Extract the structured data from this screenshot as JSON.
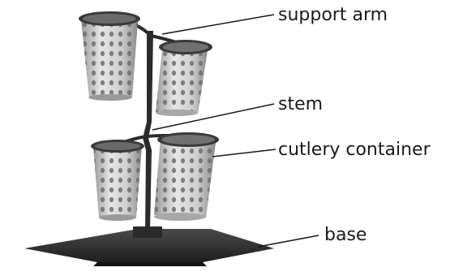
{
  "labels": {
    "support_arm": "support arm",
    "stem": "stem",
    "cutlery_container": "cutlery container",
    "base": "base"
  },
  "colors": {
    "metal_dark": "#2b2b2b",
    "metal_light": "#d8d8d8",
    "leader_line": "#1a1a1a"
  }
}
